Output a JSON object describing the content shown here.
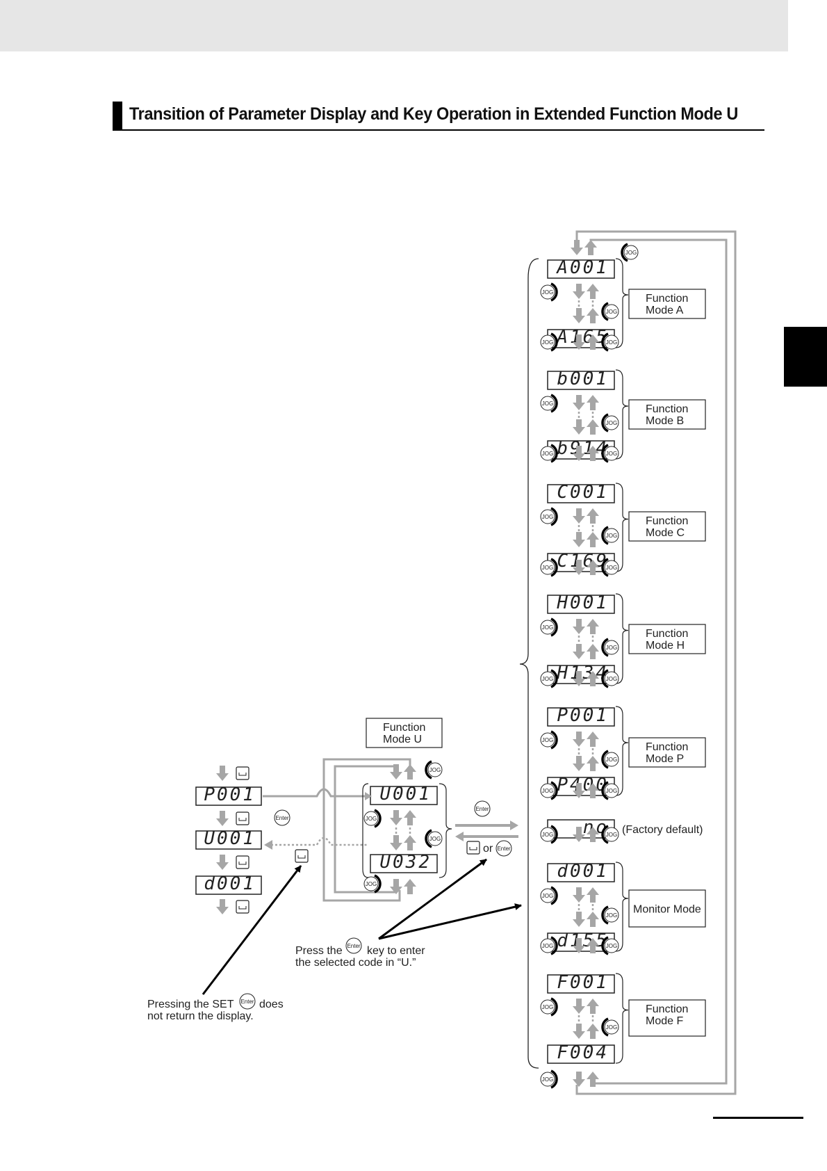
{
  "page": {
    "title": "Transition of Parameter Display and Key Operation in Extended Function Mode U"
  },
  "right_column": [
    {
      "mode_label": "Function\nMode A",
      "first": "A001",
      "last": "A165"
    },
    {
      "mode_label": "Function\nMode B",
      "first": "b001",
      "last": "b914"
    },
    {
      "mode_label": "Function\nMode C",
      "first": "C001",
      "last": "C169"
    },
    {
      "mode_label": "Function\nMode H",
      "first": "H001",
      "last": "H134"
    },
    {
      "mode_label": "Function\nMode P",
      "first": "P001",
      "last": "P400"
    },
    {
      "mode_label": "(Factory default)",
      "first": "no",
      "last": ""
    },
    {
      "mode_label": "Monitor Mode",
      "first": "d001",
      "last": "d155"
    },
    {
      "mode_label": "Function\nMode F",
      "first": "F001",
      "last": "F004"
    }
  ],
  "left_column": {
    "displays": [
      "P001",
      "U001",
      "d001"
    ]
  },
  "mode_u": {
    "label": "Function\nMode U",
    "first": "U001",
    "last": "U032"
  },
  "keys": {
    "jog": "JOG",
    "enter": "Enter"
  },
  "or_text": "or",
  "notes": {
    "press_enter": [
      "Press the",
      "key to enter",
      "the selected code in “U.”"
    ],
    "pressing_set": [
      "Pressing the SET",
      "does",
      "not return the display."
    ]
  }
}
